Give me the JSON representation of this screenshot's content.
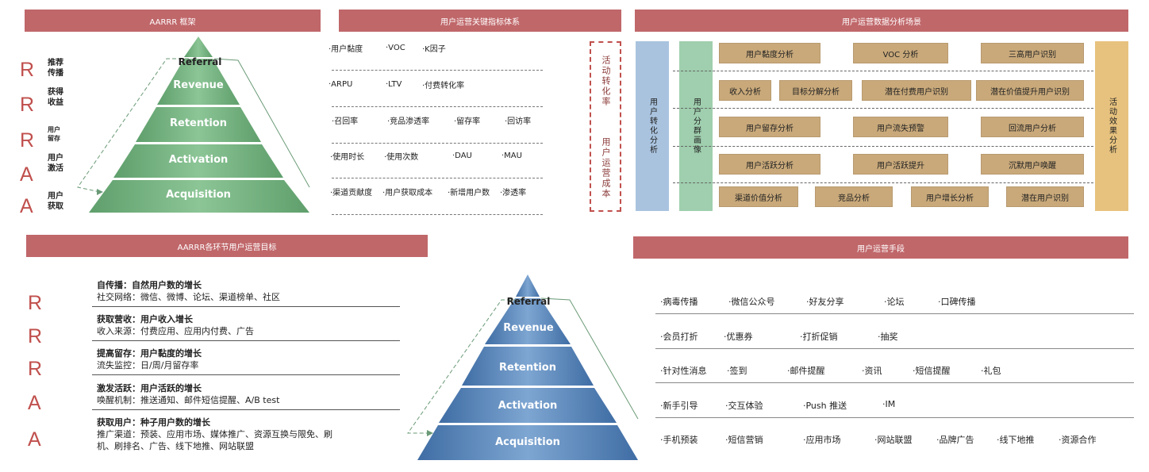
{
  "headers": {
    "framework": "AARRR 框架",
    "kpi": "用户运营关键指标体系",
    "scenario": "用户运营数据分析场景",
    "goals": "AARRR各环节用户运营目标",
    "means": "用户运营手段"
  },
  "letters": [
    "R",
    "R",
    "R",
    "A",
    "A"
  ],
  "pyramid": {
    "levels": [
      "Referral",
      "Revenue",
      "Retention",
      "Activation",
      "Acquisition"
    ],
    "colors": {
      "green": "#7fb98a",
      "blue": "#5b86b8"
    }
  },
  "framework_labels": [
    {
      "l1": "推荐",
      "l2": "传播"
    },
    {
      "l1": "获得",
      "l2": "收益"
    },
    {
      "l1": "用户",
      "l2": "留存"
    },
    {
      "l1": "用户",
      "l2": "激活"
    },
    {
      "l1": "用户",
      "l2": "获取"
    }
  ],
  "kpi_rows": [
    [
      "·用户黏度",
      "·VOC",
      "·K因子"
    ],
    [
      "·ARPU",
      "·LTV",
      "·付费转化率"
    ],
    [
      "·召回率",
      "·竞品渗透率",
      "·留存率",
      "·回访率"
    ],
    [
      "·使用时长",
      "·使用次数",
      "·DAU",
      "·MAU"
    ],
    [
      "·渠道贡献度",
      "·用户获取成本",
      "·新增用户数",
      "·渗透率"
    ]
  ],
  "kpi_side": {
    "top": "活动转化率",
    "bottom": "用户运营成本"
  },
  "scenario": {
    "left1": "用户转化分析",
    "left2": "用户分群画像",
    "right": "活动效果分析",
    "rows": [
      [
        "用户黏度分析",
        "VOC 分析",
        "三高用户识别"
      ],
      [
        "收入分析",
        "目标分解分析",
        "潜在付费用户识别",
        "潜在价值提升用户识别"
      ],
      [
        "用户留存分析",
        "用户流失预警",
        "回流用户分析"
      ],
      [
        "用户活跃分析",
        "用户活跃提升",
        "沉默用户唤醒"
      ],
      [
        "渠道价值分析",
        "竞品分析",
        "用户增长分析",
        "潜在用户识别"
      ]
    ]
  },
  "goals": [
    {
      "title": "自传播：自然用户数的增长",
      "desc": "社交网络：微信、微博、论坛、渠道榜单、社区"
    },
    {
      "title": "获取营收：用户收入增长",
      "desc": "收入来源：付费应用、应用内付费、广告"
    },
    {
      "title": "提高留存：用户黏度的增长",
      "desc": "流失监控：日/周/月留存率"
    },
    {
      "title": "激发活跃：用户活跃的增长",
      "desc": "唤醒机制：推送通知、邮件短信提醒、A/B test"
    },
    {
      "title": "获取用户：种子用户数的增长",
      "desc": "推广渠道：预装、应用市场、媒体推广、资源互换与限免、刷",
      "desc2": "机、刷排名、广告、线下地推、网站联盟"
    }
  ],
  "means_rows": [
    [
      "·病毒传播",
      "·微信公众号",
      "·好友分享",
      "·论坛",
      "·口碑传播"
    ],
    [
      "·会员打折",
      "·优惠券",
      "·打折促销",
      "·抽奖"
    ],
    [
      "·针对性消息",
      "·签到",
      "·邮件提醒",
      "·资讯",
      "·短信提醒",
      "·礼包"
    ],
    [
      "·新手引导",
      "·交互体验",
      "·Push 推送",
      "·IM"
    ],
    [
      "·手机预装",
      "·短信营销",
      "·应用市场",
      "·网站联盟",
      "·品牌广告",
      "·线下地推",
      "·资源合作"
    ]
  ]
}
